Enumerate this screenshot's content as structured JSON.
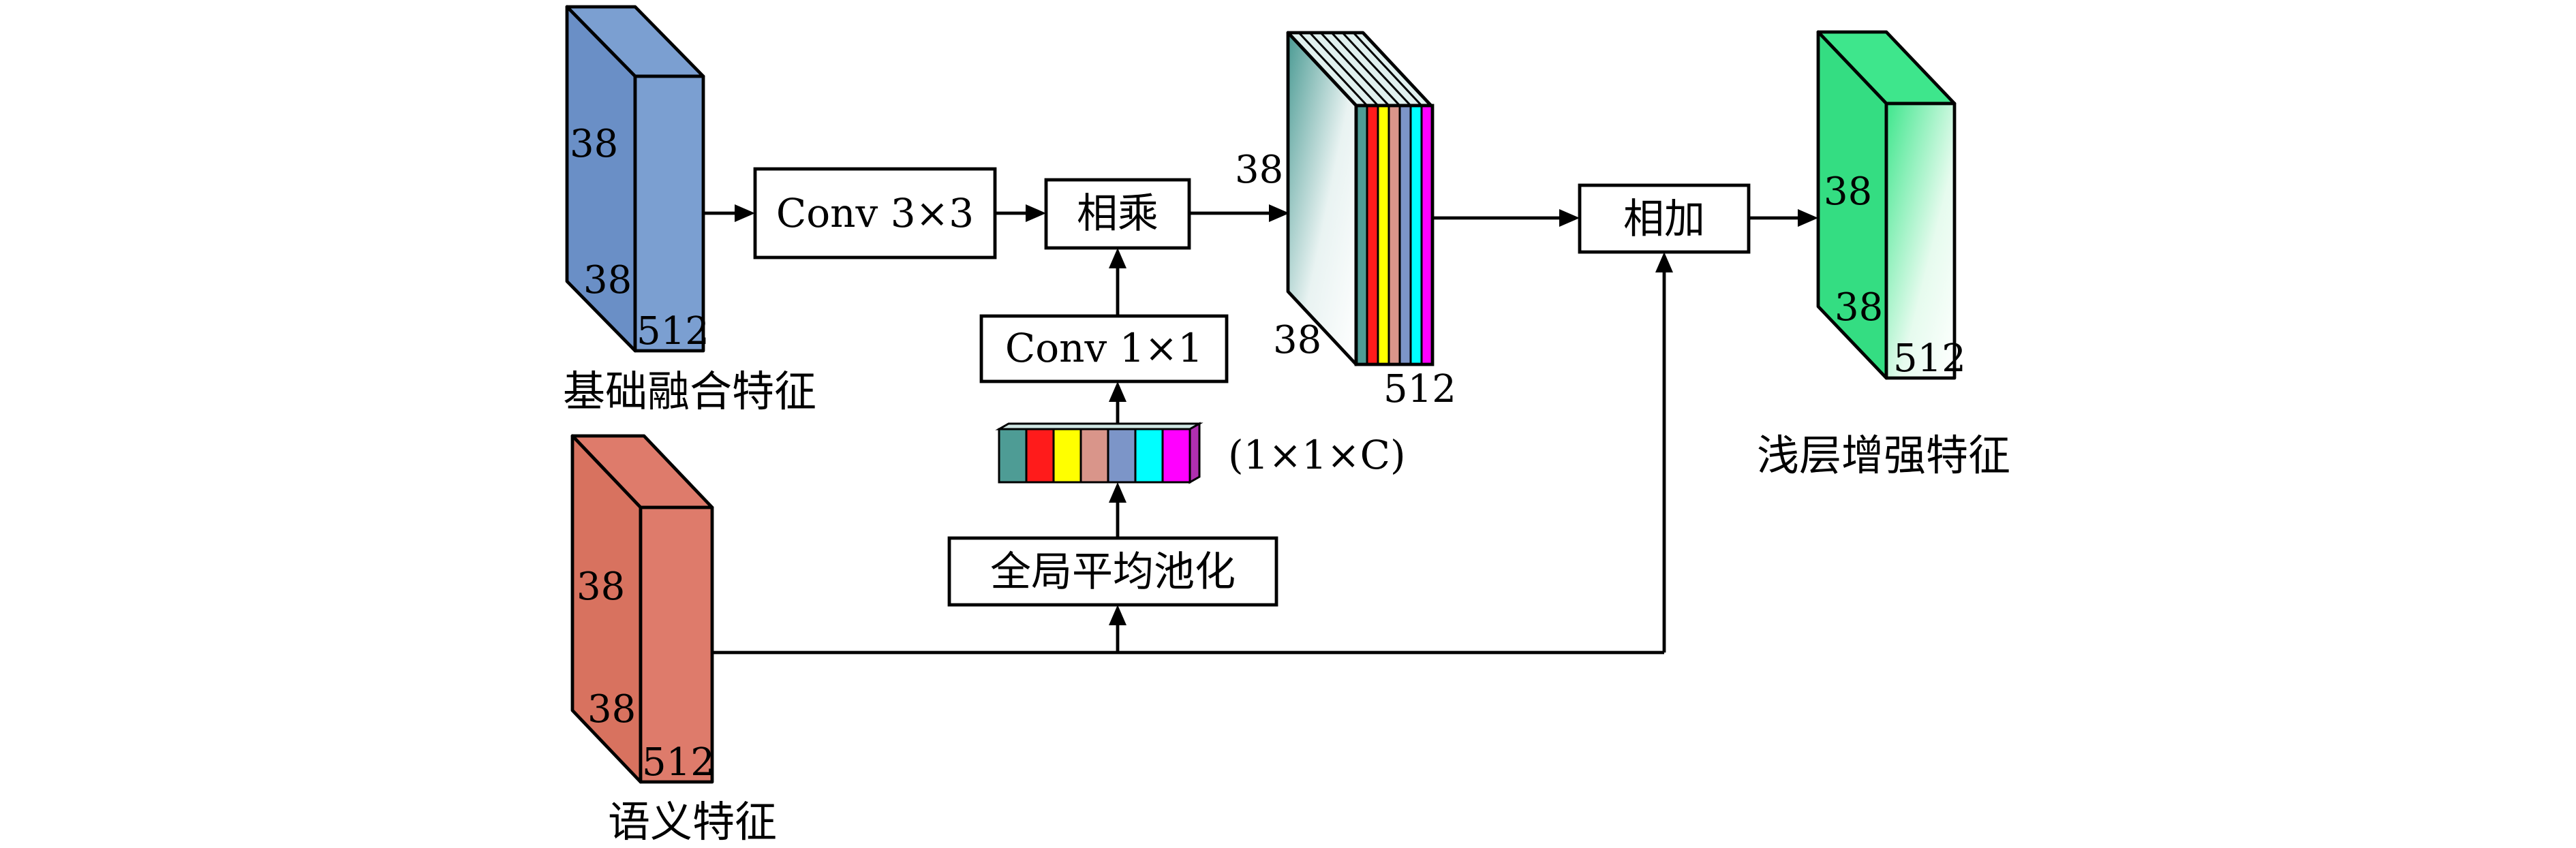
{
  "boxes": {
    "conv3": "Conv 3×3",
    "multiply": "相乘",
    "conv1": "Conv 1×1",
    "add": "相加",
    "gap": "全局平均池化"
  },
  "labels": {
    "base_feature": "基础融合特征",
    "semantic_feature": "语义特征",
    "enhanced_feature": "浅层增强特征",
    "vector_dims": "(1×1×C)"
  },
  "dims": {
    "h": "38",
    "w": "38",
    "c": "512"
  },
  "colors": {
    "base_block": "#7b9fd1",
    "semantic_block": "#de7b6b",
    "enhanced_block": "#3ee68c",
    "channel_strips": [
      "#4e9c95",
      "#ff1b1b",
      "#ffff00",
      "#d9958a",
      "#7c95c8",
      "#00ffff",
      "#ff00ff"
    ]
  }
}
